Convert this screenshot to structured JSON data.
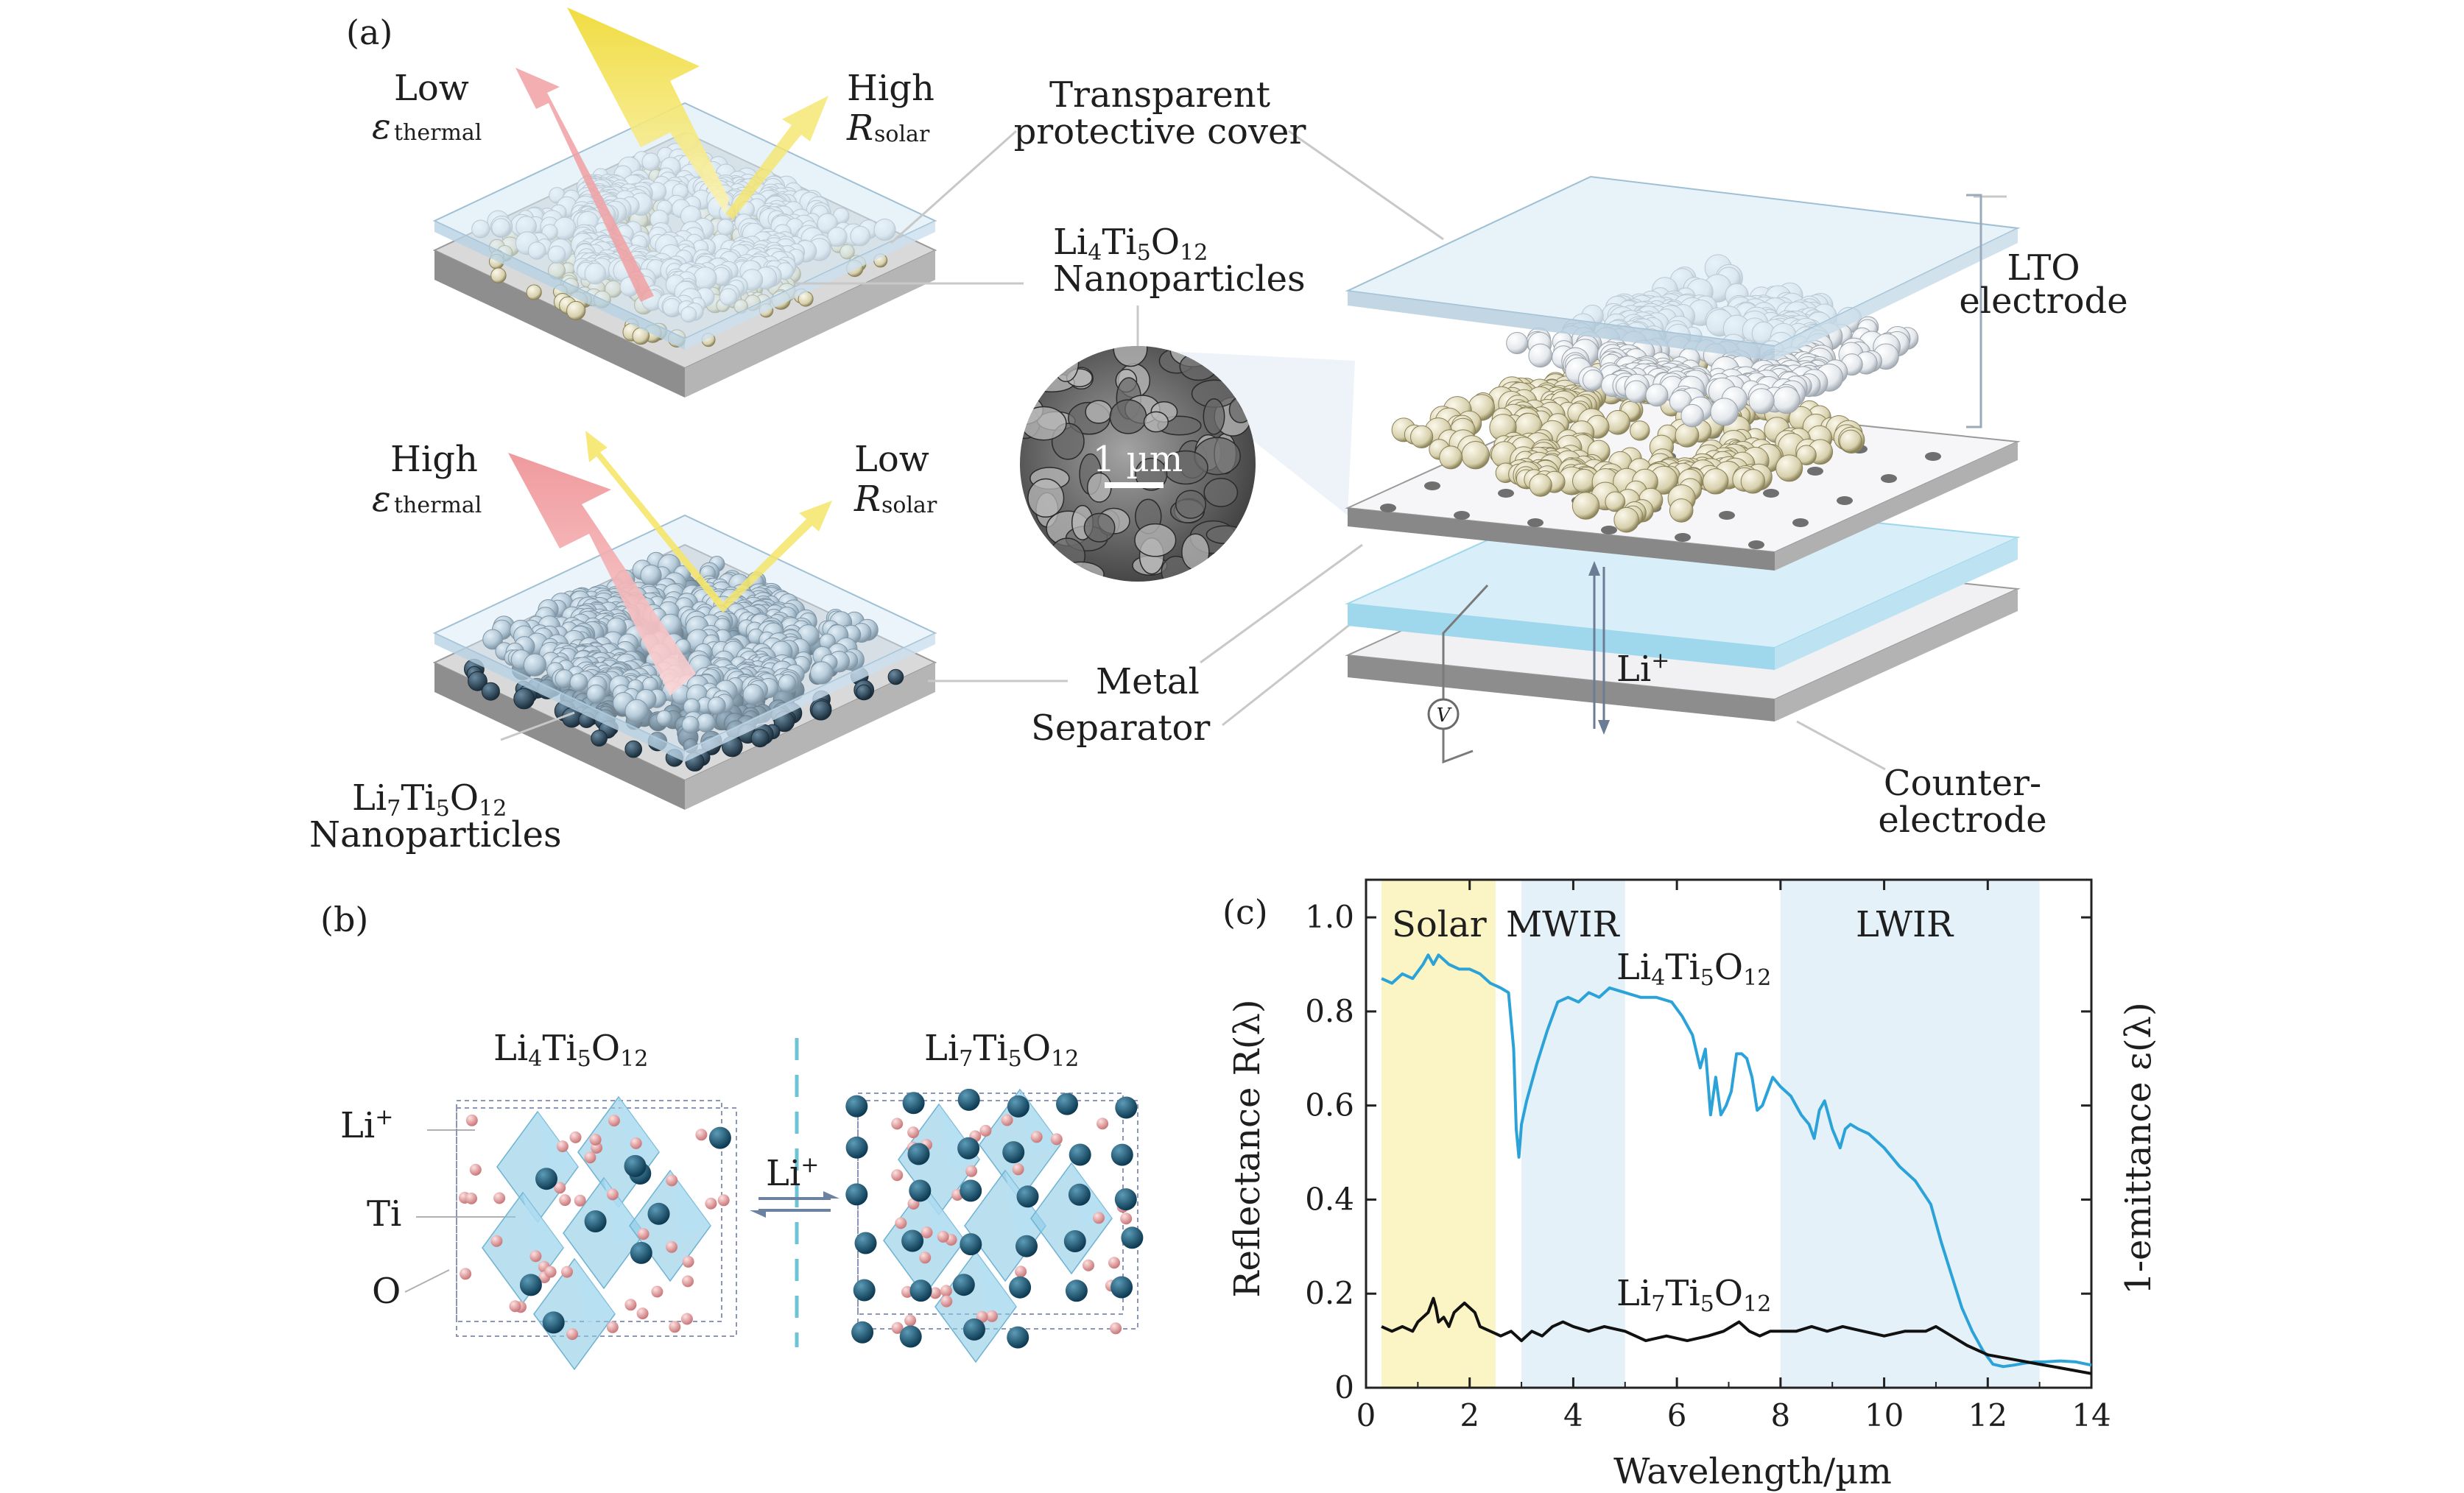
{
  "figure": {
    "panel_a": {
      "label": "(a)",
      "top_left": {
        "low": "Low",
        "eps": "ε",
        "thermal": "thermal",
        "high": "High",
        "R": "R",
        "solar": "solar"
      },
      "bottom_left": {
        "high": "High",
        "eps": "ε",
        "thermal": "thermal",
        "low": "Low",
        "R": "R",
        "solar": "solar"
      },
      "cover_line1": "Transparent",
      "cover_line2": "protective cover",
      "lto4_formula": [
        "Li",
        "4",
        "Ti",
        "5",
        "O",
        "12"
      ],
      "lto4_word": "Nanoparticles",
      "lto7_formula": [
        "Li",
        "7",
        "Ti",
        "5",
        "O",
        "12"
      ],
      "lto7_word": "Nanoparticles",
      "scale_bar": "1 µm",
      "metal": "Metal",
      "separator": "Separator",
      "lto_line1": "LTO",
      "lto_line2": "electrode",
      "li_ion": "Li",
      "li_ion_sup": "+",
      "voltmeter": "V",
      "counter_line1": "Counter-",
      "counter_line2": "electrode"
    },
    "panel_b": {
      "label": "(b)",
      "left_title": [
        "Li",
        "4",
        "Ti",
        "5",
        "O",
        "12"
      ],
      "right_title": [
        "Li",
        "7",
        "Ti",
        "5",
        "O",
        "12"
      ],
      "li_label": "Li",
      "li_sup": "+",
      "ti_label": "Ti",
      "o_label": "O",
      "arrow_label": "Li",
      "arrow_sup": "+"
    },
    "panel_c": {
      "label": "(c)",
      "ylabel_left": "Reflectance R(λ)",
      "ylabel_right": "1-emittance ε(λ)",
      "xlabel": "Wavelength/µm",
      "band_solar": "Solar",
      "band_mwir": "MWIR",
      "band_lwir": "LWIR",
      "curve_label_top": [
        "Li",
        "4",
        "Ti",
        "5",
        "O",
        "12"
      ],
      "curve_label_bottom": [
        "Li",
        "7",
        "Ti",
        "5",
        "O",
        "12"
      ]
    }
  },
  "colors": {
    "lto4_curve": "#2ba3d8",
    "lto7_curve": "#111111",
    "solar_band": "#fbf4c4",
    "mwir_band": "#e5f1f8",
    "lwir_band": "#e5f1f8",
    "emit_arrow": "#f0a0a2",
    "reflect_arrow": "#f5e56a",
    "glass": "#d3e7f4",
    "electrolyte": "#9fd7ec",
    "li_atom": "#114f6c",
    "o_atom": "#e39a9c",
    "octahedron": "#8ccbe6"
  },
  "chart_data": {
    "type": "line",
    "title": "",
    "xlabel": "Wavelength/µm",
    "ylabel": "Reflectance R(λ)",
    "ylabel_right": "1-emittance ε(λ)",
    "xlim": [
      0,
      14
    ],
    "ylim": [
      0,
      1.08
    ],
    "xticks": [
      0,
      2,
      4,
      6,
      8,
      10,
      12,
      14
    ],
    "yticks": [
      0,
      0.2,
      0.4,
      0.6,
      0.8,
      1.0
    ],
    "shaded_bands": [
      {
        "label": "Solar",
        "from": 0.3,
        "to": 2.5
      },
      {
        "label": "MWIR",
        "from": 3.0,
        "to": 5.0
      },
      {
        "label": "LWIR",
        "from": 8.0,
        "to": 13.0
      }
    ],
    "series": [
      {
        "name": "Li4Ti5O12",
        "x": [
          0.3,
          0.5,
          0.7,
          0.9,
          1.1,
          1.2,
          1.3,
          1.4,
          1.6,
          1.8,
          2.0,
          2.2,
          2.4,
          2.6,
          2.75,
          2.85,
          2.9,
          2.95,
          3.0,
          3.1,
          3.3,
          3.5,
          3.7,
          3.9,
          4.1,
          4.3,
          4.5,
          4.7,
          5.0,
          5.3,
          5.6,
          5.9,
          6.1,
          6.3,
          6.45,
          6.55,
          6.65,
          6.75,
          6.85,
          6.95,
          7.05,
          7.15,
          7.25,
          7.35,
          7.45,
          7.55,
          7.65,
          7.75,
          7.85,
          8.0,
          8.2,
          8.4,
          8.55,
          8.65,
          8.75,
          8.85,
          9.0,
          9.15,
          9.25,
          9.35,
          9.5,
          9.7,
          10.0,
          10.3,
          10.6,
          10.9,
          11.1,
          11.3,
          11.5,
          11.7,
          11.9,
          12.1,
          12.3,
          12.5,
          12.7,
          12.9,
          13.1,
          13.4,
          13.7,
          14.0
        ],
        "y": [
          0.87,
          0.86,
          0.88,
          0.87,
          0.9,
          0.92,
          0.9,
          0.92,
          0.9,
          0.89,
          0.89,
          0.88,
          0.86,
          0.85,
          0.84,
          0.72,
          0.55,
          0.49,
          0.56,
          0.61,
          0.69,
          0.76,
          0.82,
          0.83,
          0.82,
          0.84,
          0.83,
          0.85,
          0.84,
          0.83,
          0.83,
          0.82,
          0.79,
          0.75,
          0.68,
          0.72,
          0.58,
          0.66,
          0.58,
          0.6,
          0.63,
          0.71,
          0.71,
          0.7,
          0.66,
          0.59,
          0.6,
          0.63,
          0.66,
          0.64,
          0.62,
          0.58,
          0.56,
          0.53,
          0.59,
          0.61,
          0.55,
          0.51,
          0.55,
          0.56,
          0.55,
          0.54,
          0.51,
          0.47,
          0.44,
          0.39,
          0.31,
          0.24,
          0.17,
          0.12,
          0.08,
          0.05,
          0.045,
          0.048,
          0.052,
          0.055,
          0.055,
          0.057,
          0.055,
          0.048
        ]
      },
      {
        "name": "Li7Ti5O12",
        "x": [
          0.3,
          0.5,
          0.7,
          0.9,
          1.0,
          1.1,
          1.2,
          1.3,
          1.35,
          1.4,
          1.5,
          1.6,
          1.7,
          1.8,
          1.9,
          2.0,
          2.1,
          2.2,
          2.4,
          2.6,
          2.8,
          3.0,
          3.2,
          3.4,
          3.6,
          3.8,
          4.0,
          4.3,
          4.6,
          5.0,
          5.4,
          5.8,
          6.2,
          6.6,
          6.9,
          7.2,
          7.4,
          7.6,
          7.8,
          8.0,
          8.3,
          8.6,
          8.9,
          9.2,
          9.6,
          10.0,
          10.4,
          10.8,
          11.0,
          11.3,
          11.6,
          12.0,
          12.5,
          13.0,
          13.5,
          14.0
        ],
        "y": [
          0.13,
          0.12,
          0.13,
          0.12,
          0.14,
          0.15,
          0.16,
          0.19,
          0.17,
          0.14,
          0.15,
          0.13,
          0.16,
          0.17,
          0.18,
          0.17,
          0.16,
          0.13,
          0.12,
          0.11,
          0.12,
          0.1,
          0.12,
          0.11,
          0.13,
          0.14,
          0.13,
          0.12,
          0.13,
          0.12,
          0.1,
          0.11,
          0.1,
          0.11,
          0.12,
          0.14,
          0.12,
          0.11,
          0.12,
          0.12,
          0.12,
          0.13,
          0.12,
          0.13,
          0.12,
          0.11,
          0.12,
          0.12,
          0.13,
          0.11,
          0.09,
          0.07,
          0.06,
          0.05,
          0.04,
          0.03
        ]
      }
    ],
    "grid": false,
    "legend": "none"
  }
}
